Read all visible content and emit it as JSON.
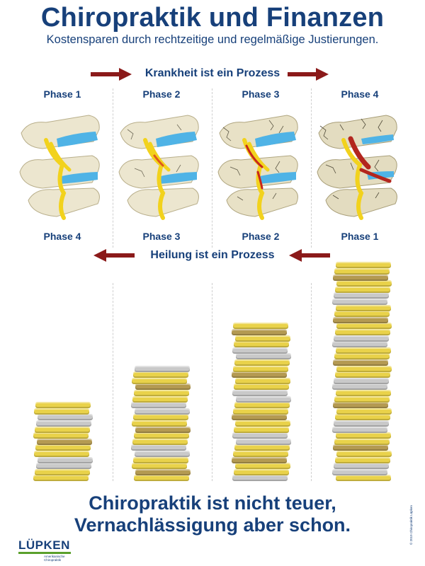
{
  "header": {
    "title": "Chiropraktik und Finanzen",
    "subtitle": "Kostensparen durch rechtzeitige und regelmäßige Justierungen."
  },
  "disease": {
    "label": "Krankheit ist ein Prozess",
    "phases": [
      "Phase 1",
      "Phase 2",
      "Phase 3",
      "Phase 4"
    ]
  },
  "healing": {
    "label": "Heilung ist ein Prozess",
    "phases": [
      "Phase 4",
      "Phase 3",
      "Phase 2",
      "Phase 1"
    ]
  },
  "coin_stacks": [
    {
      "coins": 13
    },
    {
      "coins": 19
    },
    {
      "coins": 26
    },
    {
      "coins": 36
    }
  ],
  "slogan": {
    "line1": "Chiropraktik ist nicht teuer,",
    "line2": "Vernachlässigung aber schon."
  },
  "logo": {
    "name": "LÜPKEN",
    "tagline_1": "Amerikanische",
    "tagline_2": "Chiropraktik"
  },
  "copyright": "© 2019 Chiropraktik Lüpken",
  "colors": {
    "brand_blue": "#17407a",
    "arrow_red": "#8b1a1a",
    "gold": "#e9d24a",
    "silver": "#c9c9c9",
    "bronze": "#b49a52",
    "logo_green": "#5aa02c"
  }
}
